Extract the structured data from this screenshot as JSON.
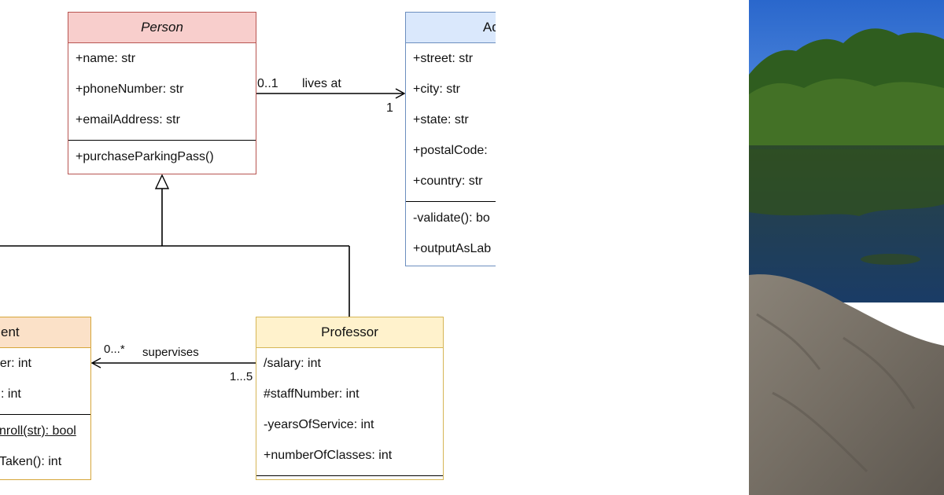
{
  "diagram": {
    "classes": {
      "person": {
        "name": "Person",
        "attributes": [
          "+name: str",
          "+phoneNumber: str",
          "+emailAddress: str"
        ],
        "methods": [
          "+purchaseParkingPass()"
        ]
      },
      "address": {
        "name": "Add",
        "attributes": [
          "+street: str",
          "+city: str",
          "+state: str",
          "+postalCode:",
          "+country: str"
        ],
        "methods": [
          "-validate(): bo",
          "+outputAsLab"
        ]
      },
      "student": {
        "name": "ent",
        "attributes": [
          "per: int",
          ": int"
        ],
        "methods": [
          "nroll(str): bool",
          "Taken(): int"
        ]
      },
      "professor": {
        "name": "Professor",
        "attributes": [
          "/salary: int",
          "#staffNumber: int",
          "-yearsOfService: int",
          "+numberOfClasses: int"
        ],
        "methods": []
      }
    },
    "associations": {
      "lives_at": {
        "label": "lives at",
        "source_multiplicity": "0..1",
        "target_multiplicity": "1"
      },
      "supervises": {
        "label": "supervises",
        "source_multiplicity": "1...5",
        "target_multiplicity": "0...*"
      }
    },
    "colors": {
      "person_fill": "#f8cecc",
      "person_stroke": "#b85450",
      "address_fill": "#dae8fc",
      "address_stroke": "#6c8ebf",
      "student_fill": "#fbe1c8",
      "student_stroke": "#d6a63a",
      "professor_fill": "#fff2cc",
      "professor_stroke": "#d6b656"
    }
  },
  "photo": {
    "subject": "riverbank-rock-photo",
    "colors": {
      "sky": "#2f6fd0",
      "trees": "#2e5a1c",
      "water": "#1f3f5e",
      "rock": "#7a746a"
    }
  }
}
